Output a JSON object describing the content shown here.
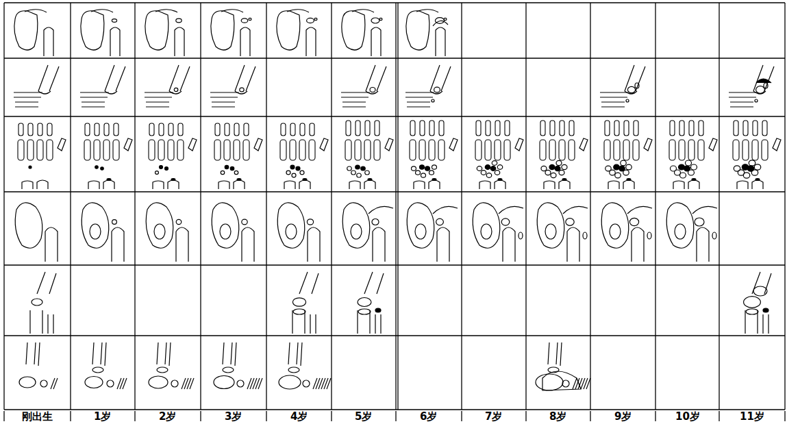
{
  "diagram": {
    "labels": [
      "刚出生",
      "1岁",
      "2岁",
      "3岁",
      "4岁",
      "5岁",
      "6岁",
      "7岁",
      "8岁",
      "9岁",
      "10岁",
      "11岁"
    ]
  }
}
